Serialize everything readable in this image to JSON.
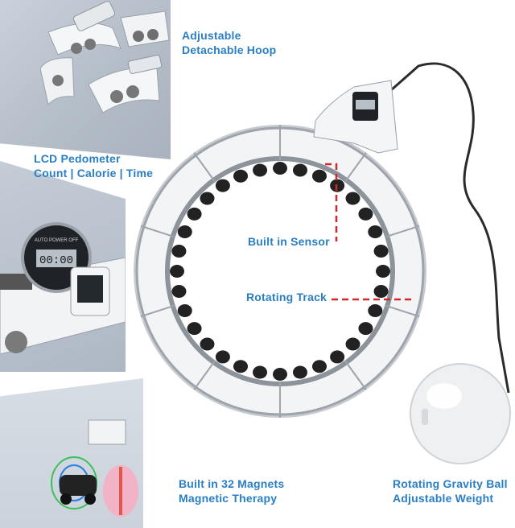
{
  "callouts": {
    "hoop": {
      "line1": "Adjustable",
      "line2": "Detachable Hoop"
    },
    "lcd": {
      "line1": "LCD Pedometer",
      "line2": "Count | Calorie | Time"
    },
    "sensor": "Built in Sensor",
    "track": "Rotating Track",
    "magnets": {
      "line1": "Built in 32 Magnets",
      "line2": "Magnetic Therapy"
    },
    "ball": {
      "line1": "Rotating Gravity Ball",
      "line2": "Adjustable Weight"
    }
  },
  "lcd_display": {
    "small_text": "AUTO POWER OFF",
    "digits": "00:00"
  },
  "colors": {
    "accent": "#2a7fc4",
    "dashed_line": "#d1282e",
    "hoop_white": "#f3f4f6",
    "hoop_gray": "#8d939a",
    "ball": "#eef0f2",
    "magnet": "#222222"
  },
  "icons": [
    "hoop-segment-icon",
    "lcd-counter-icon",
    "magnet-icon",
    "gravity-ball-icon"
  ]
}
